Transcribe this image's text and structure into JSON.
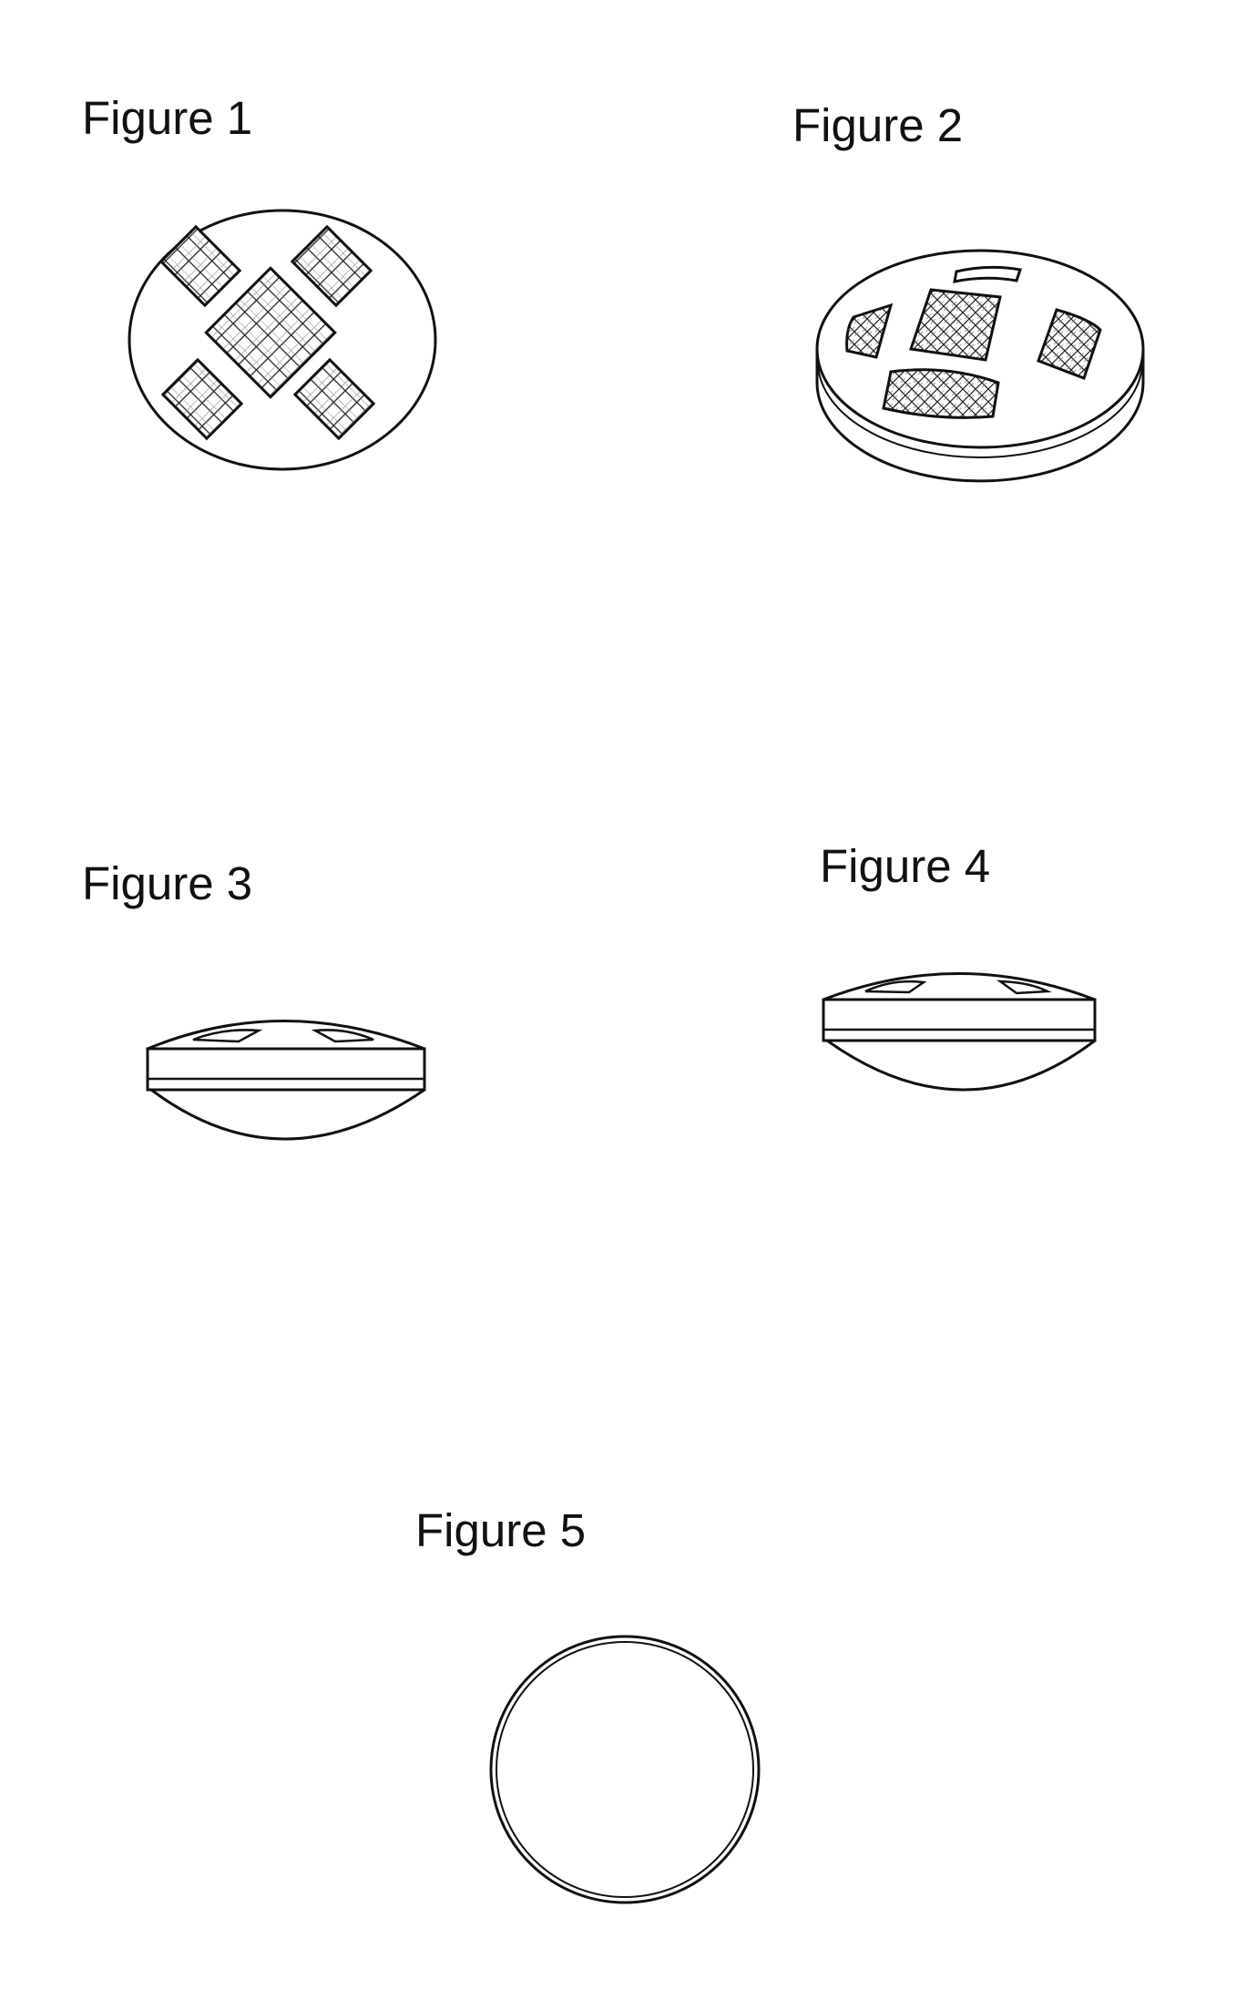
{
  "figures": [
    {
      "label": "Figure 1"
    },
    {
      "label": "Figure 2"
    },
    {
      "label": "Figure 3"
    },
    {
      "label": "Figure 4"
    },
    {
      "label": "Figure 5"
    }
  ]
}
